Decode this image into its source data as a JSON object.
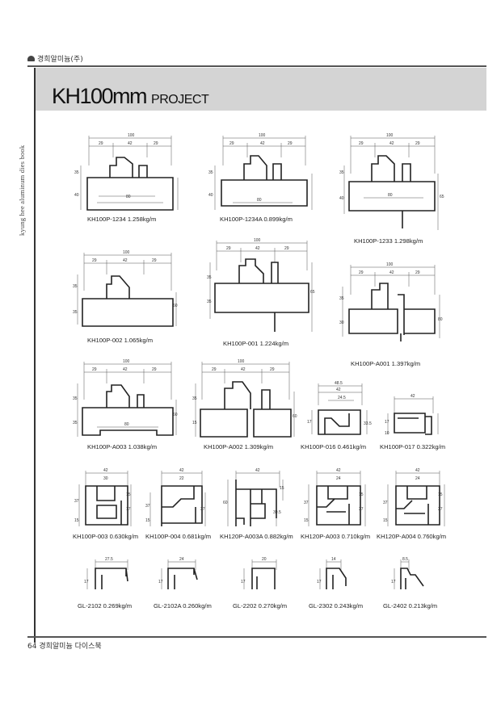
{
  "header": {
    "brand": "경희알미늄(주)",
    "side_text": "kyung hee aluminum dies book",
    "title_main": "KH100mm",
    "title_sub": "PROJECT"
  },
  "footer": {
    "page": "64",
    "book": "경희알미늄 다이스북"
  },
  "profiles": [
    {
      "caption": "KH100P-1234  1.258kg/m"
    },
    {
      "caption": "KH100P-1234A  0.899kg/m"
    },
    {
      "caption": "KH100P-1233  1.298kg/m"
    },
    {
      "caption": "KH100P-002  1.065kg/m"
    },
    {
      "caption": "KH100P-001 1.224kg/m"
    },
    {
      "caption": "KH100P-A001     1.397kg/m"
    },
    {
      "caption": "KH100P-A003  1.038kg/m"
    },
    {
      "caption": "KH100P-A002  1.309kg/m"
    },
    {
      "caption": "KH100P-016  0.461kg/m"
    },
    {
      "caption": "KH100P-017  0.322kg/m"
    },
    {
      "caption": "KH100P-003 0.630kg/m"
    },
    {
      "caption": "KH100P-004 0.681kg/m"
    },
    {
      "caption": "KH120P-A003A 0.882kg/m"
    },
    {
      "caption": "KH120P-A003 0.710kg/m"
    },
    {
      "caption": "KH120P-A004 0.760kg/m"
    },
    {
      "caption": "GL-2102  0.269kg/m"
    },
    {
      "caption": "GL-2102A  0.260kg/m"
    },
    {
      "caption": "GL-2202  0.270kg/m"
    },
    {
      "caption": "GL-2302  0.243kg/m"
    },
    {
      "caption": "GL-2402  0.213kg/m"
    }
  ]
}
